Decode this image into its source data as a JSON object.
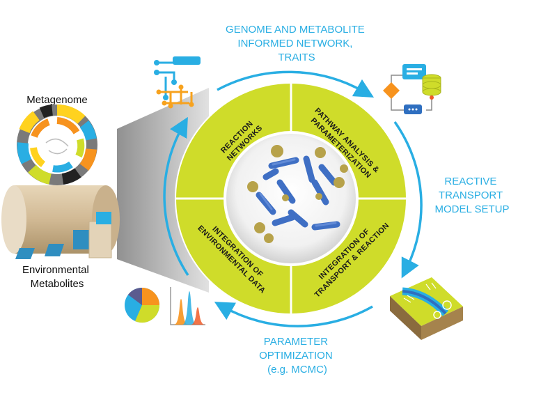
{
  "title_top": {
    "line1": "GENOME AND METABOLITE",
    "line2": "INFORMED NETWORK,",
    "line3": "TRAITS"
  },
  "label_right": {
    "line1": "REACTIVE",
    "line2": "TRANSPORT",
    "line3": "MODEL SETUP"
  },
  "label_bottom": {
    "line1": "PARAMETER",
    "line2": "OPTIMIZATION",
    "line3": "(e.g. MCMC)"
  },
  "metagenome_label": "Metagenome",
  "env_metabolites": {
    "line1": "Environmental",
    "line2": "Metabolites"
  },
  "segments": {
    "reaction": {
      "line1": "REACTION",
      "line2": "NETWORKS"
    },
    "pathway": {
      "line1": "PATHWAY ANALYSIS &",
      "line2": "PARAMETERIZATION"
    },
    "transport": {
      "line1": "INTEGRATION OF",
      "line2": "TRANSPORT & REACTION"
    },
    "environmental": {
      "line1": "INTEGRATION OF",
      "line2": "ENVIRONMENTAL DATA"
    }
  },
  "colors": {
    "accent_blue": "#29aee3",
    "ring_green": "#cfdc2a",
    "microbe_blue": "#3f6fc4",
    "microbe_tan": "#b7a24a"
  }
}
